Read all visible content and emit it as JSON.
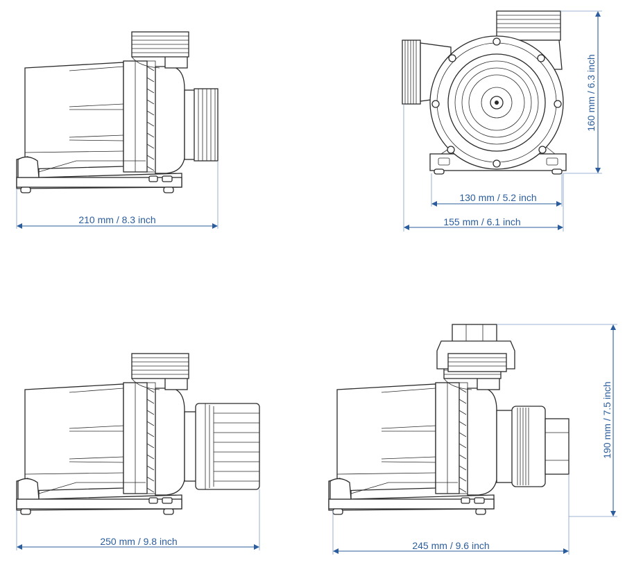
{
  "dimensions": {
    "top_left_width": "210 mm / 8.3 inch",
    "top_right_foot_width": "130 mm / 5.2 inch",
    "top_right_width": "155 mm / 6.1 inch",
    "top_right_height": "160 mm / 6.3 inch",
    "bottom_left_width": "250 mm / 9.8 inch",
    "bottom_right_width": "245 mm / 9.6 inch",
    "bottom_right_height": "190 mm / 7.5 inch"
  },
  "colors": {
    "dimension": "#2b5d9c",
    "drawing": "#2a2a2a"
  }
}
